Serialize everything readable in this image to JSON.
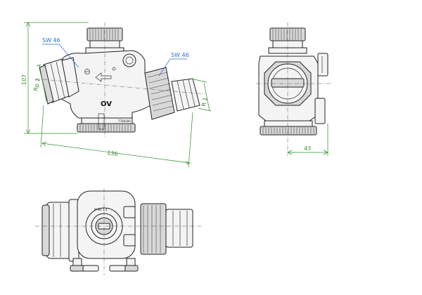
{
  "views": {
    "front": {
      "valve_mark": "OV",
      "label_sw_left": "SW 46",
      "label_sw_right": "SW 46",
      "dim_height": "107",
      "dim_rp": "Rp 1",
      "dim_r": "R 1",
      "dim_length": "136"
    },
    "side": {
      "dim_width": "43"
    },
    "top": {
      "cap_text": "M Mx 1,4"
    }
  },
  "colors": {
    "dimension": "#2e8b2e",
    "leader": "#2a6fd6",
    "outline": "#222222"
  }
}
